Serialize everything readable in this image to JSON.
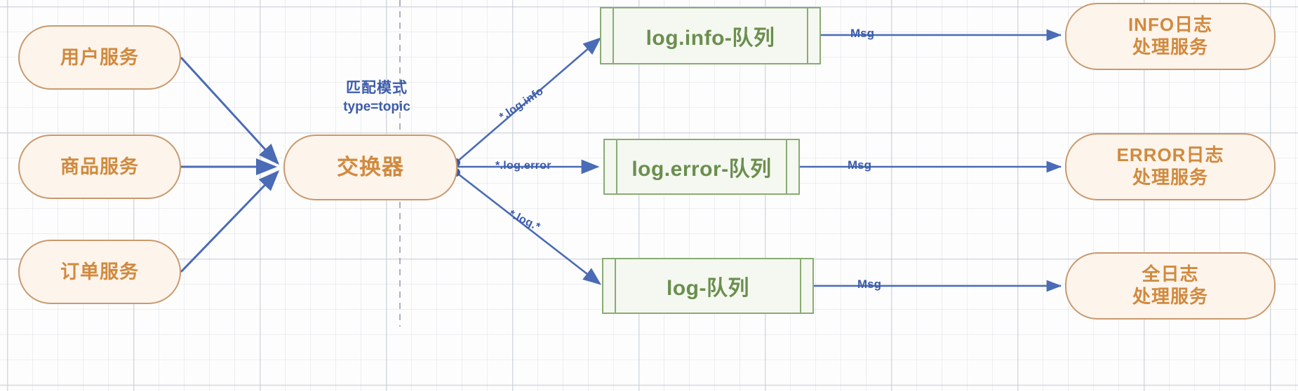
{
  "diagram": {
    "title": "RabbitMQ Topic Exchange Routing Diagram",
    "colors": {
      "service_border": "#c9996c",
      "service_fill": "#fdf4ec",
      "service_text": "#d08a3e",
      "queue_border": "#8aab72",
      "queue_fill": "#f4f8f0",
      "queue_text": "#6b8e4e",
      "arrow": "#4a6bb5",
      "annotation_text": "#3b5bab",
      "grid": "#c8cdd7",
      "divider": "#9aa0ab"
    }
  },
  "producers": [
    {
      "id": "user-service",
      "label": "用户服务"
    },
    {
      "id": "product-service",
      "label": "商品服务"
    },
    {
      "id": "order-service",
      "label": "订单服务"
    }
  ],
  "exchange": {
    "id": "exchange",
    "label": "交换器",
    "annotation": {
      "title": "匹配模式",
      "subtitle": "type=topic"
    }
  },
  "bindings": [
    {
      "id": "binding-info",
      "routing_key": "*.log.info"
    },
    {
      "id": "binding-error",
      "routing_key": "*.log.error"
    },
    {
      "id": "binding-all",
      "routing_key": "*.log.*"
    }
  ],
  "queues": [
    {
      "id": "queue-log-info",
      "label": "log.info-队列"
    },
    {
      "id": "queue-log-error",
      "label": "log.error-队列"
    },
    {
      "id": "queue-log-all",
      "label": "log-队列"
    }
  ],
  "message_labels": [
    {
      "id": "msg-info",
      "label": "Msg"
    },
    {
      "id": "msg-error",
      "label": "Msg"
    },
    {
      "id": "msg-all",
      "label": "Msg"
    }
  ],
  "consumers": [
    {
      "id": "info-consumer",
      "line1": "INFO日志",
      "line2": "处理服务"
    },
    {
      "id": "error-consumer",
      "line1": "ERROR日志",
      "line2": "处理服务"
    },
    {
      "id": "all-consumer",
      "line1": "全日志",
      "line2": "处理服务"
    }
  ]
}
